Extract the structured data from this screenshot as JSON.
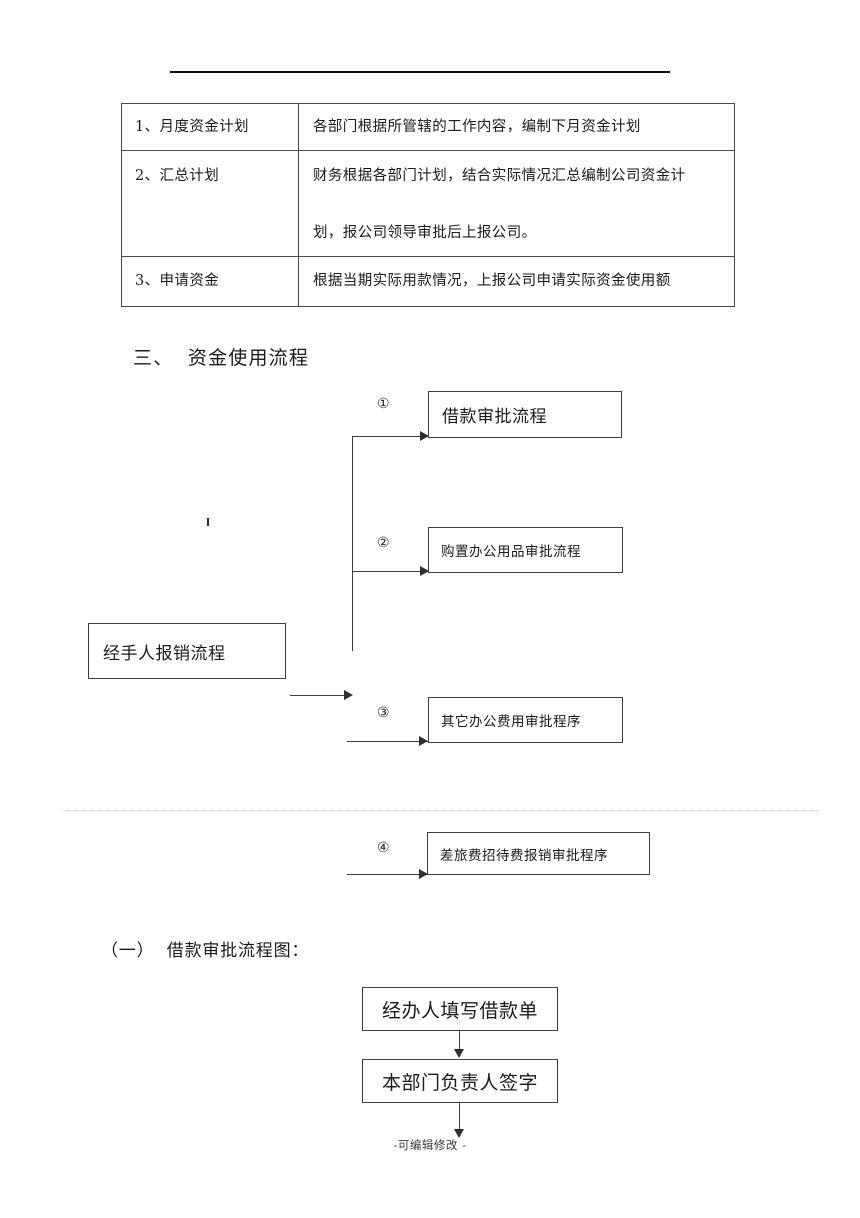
{
  "document": {
    "footer_note": "-可编辑修改 -"
  },
  "table": {
    "rows": [
      {
        "label": "1、月度资金计划",
        "desc": "各部门根据所管辖的工作内容，编制下月资金计划"
      },
      {
        "label": "2、汇总计划",
        "desc": "财务根据各部门计划，结合实际情况汇总编制公司资金计\n\n划，报公司领导审批后上报公司。"
      },
      {
        "label": "3、申请资金",
        "desc": "根据当期实际用款情况，上报公司申请实际资金使用额"
      }
    ]
  },
  "section_three": {
    "heading": "三、  资金使用流程",
    "source_box": "经手人报销流程",
    "branches": [
      {
        "marker": "①",
        "label": "借款审批流程"
      },
      {
        "marker": "②",
        "label": "购置办公用品审批流程"
      },
      {
        "marker": "③",
        "label": "其它办公费用审批程序"
      },
      {
        "marker": "④",
        "label": "差旅费招待费报销审批程序"
      }
    ]
  },
  "section_one": {
    "heading": "（一）  借款审批流程图：",
    "steps": [
      {
        "label": "经办人填写借款单"
      },
      {
        "label": "本部门负责人签字"
      }
    ]
  }
}
